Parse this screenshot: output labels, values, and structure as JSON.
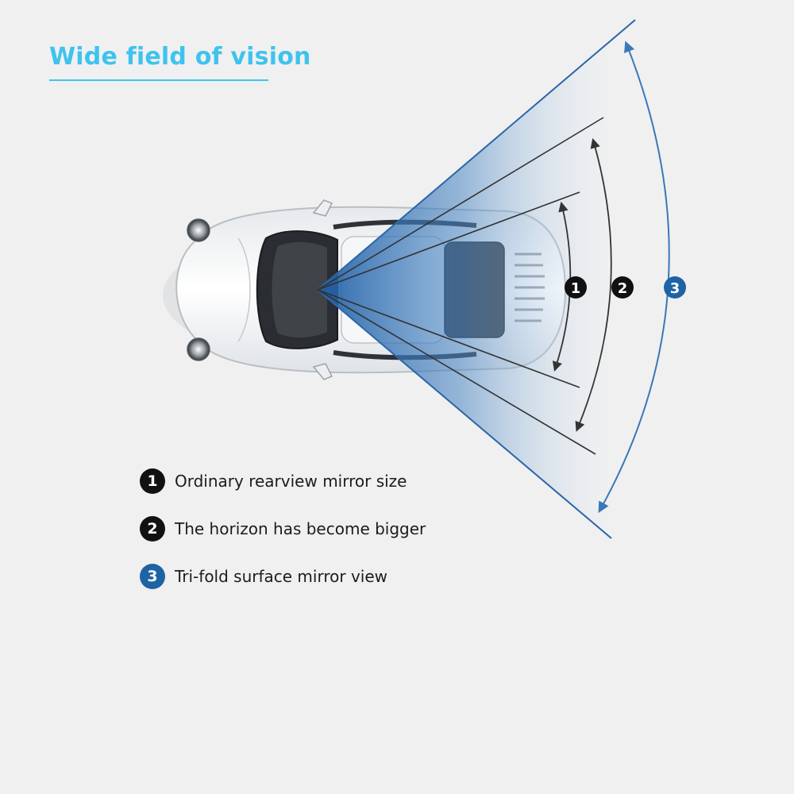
{
  "title": "Wide field of vision",
  "colors": {
    "title": "#3ec3ee",
    "underline": "#3ec3ee",
    "badge_dark": "#111111",
    "badge_blue": "#1e63a4",
    "fov_blue": "#2a66a8",
    "arrow_dark": "#333333",
    "arrow_blue": "#3a78b8"
  },
  "arc_badges": [
    "1",
    "2",
    "3"
  ],
  "legend": [
    {
      "number": "1",
      "text": "Ordinary rearview mirror size",
      "style": "dark"
    },
    {
      "number": "2",
      "text": "The horizon has become bigger",
      "style": "dark"
    },
    {
      "number": "3",
      "text": "Tri-fold surface mirror view",
      "style": "blue"
    }
  ]
}
